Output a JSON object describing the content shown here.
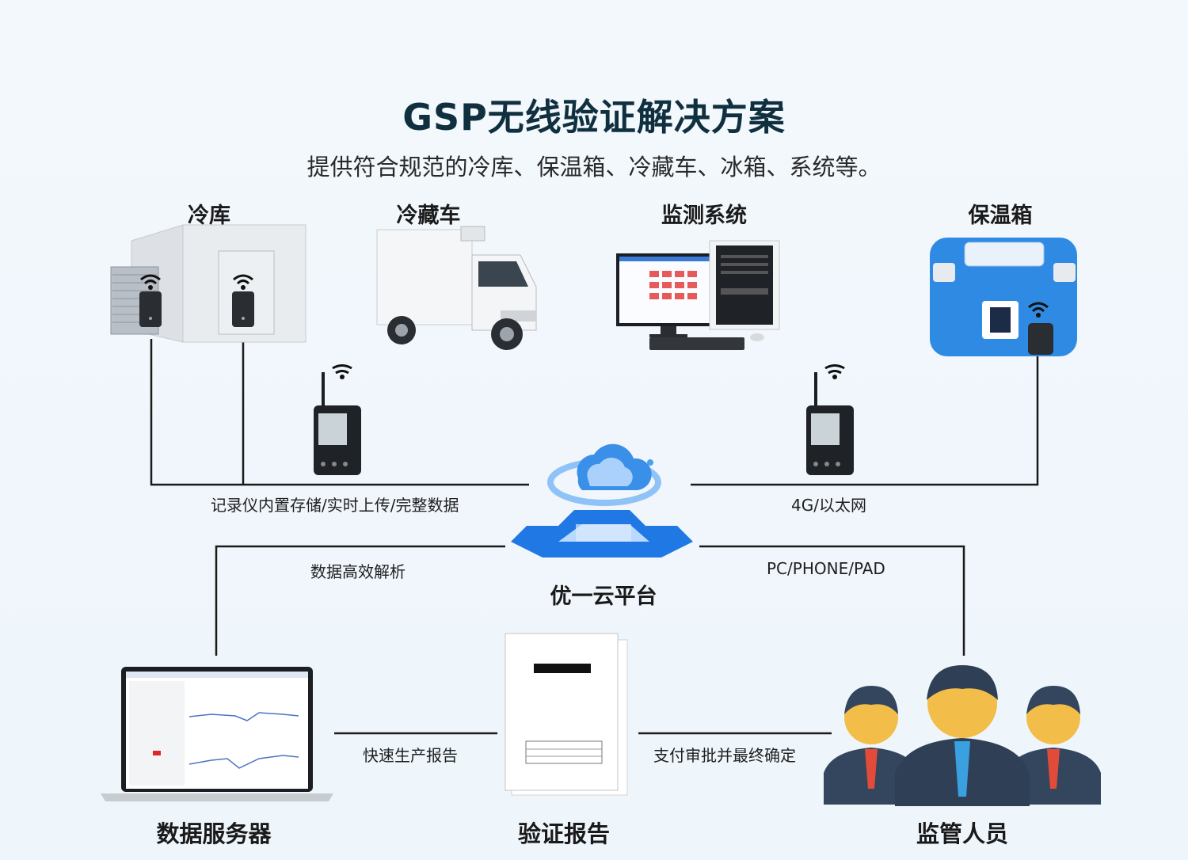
{
  "header": {
    "title": "GSP无线验证解决方案",
    "subtitle": "提供符合规范的冷库、保温箱、冷藏车、冰箱、系统等。"
  },
  "categories": {
    "cold_storage": "冷库",
    "refrigerated_truck": "冷藏车",
    "monitoring_system": "监测系统",
    "incubator": "保温箱"
  },
  "edges": {
    "left_top": "记录仪内置存储/实时上传/完整数据",
    "right_top": "4G/以太网",
    "left_mid": "数据高效解析",
    "right_mid": "PC/PHONE/PAD",
    "left_bottom": "快速生产报告",
    "right_bottom": "支付审批并最终确定"
  },
  "center": {
    "label": "优一云平台"
  },
  "bottom_nodes": {
    "data_server": "数据服务器",
    "report": "验证报告",
    "supervisors": "监管人员"
  },
  "colors": {
    "title": "#10303f",
    "wire": "#1a1a1a",
    "cloud_blue": "#2f86e6",
    "accent_blue": "#1e7be0"
  },
  "icons": [
    "wifi-icon",
    "cold-storage-room",
    "refrigerated-truck",
    "computer-monitor",
    "incubator-box",
    "data-logger",
    "cloud-platform",
    "laptop",
    "report-document",
    "people-group"
  ]
}
